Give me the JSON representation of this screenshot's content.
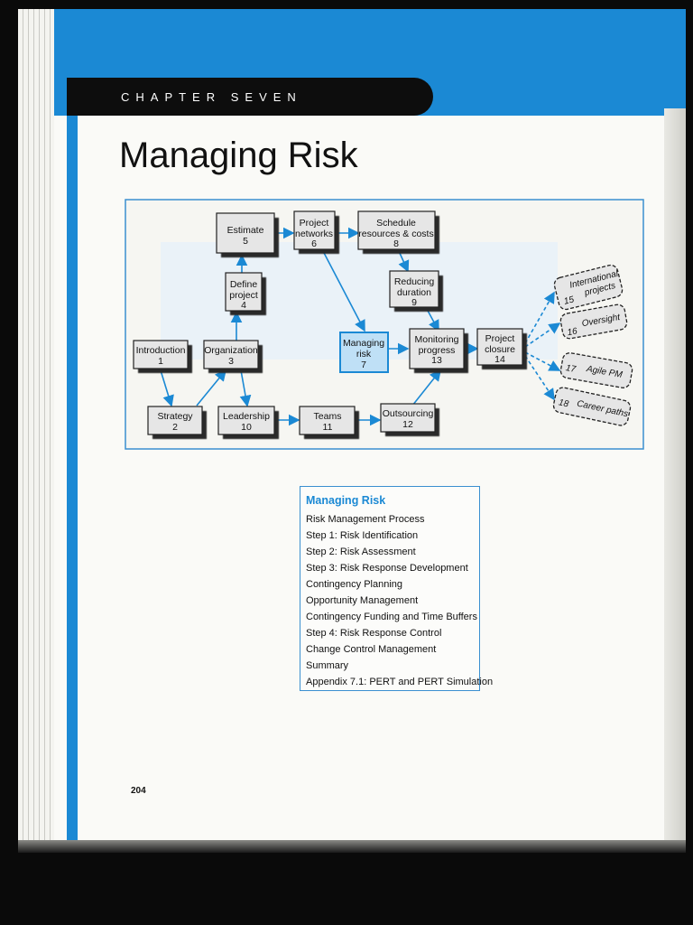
{
  "header": {
    "chapter_label": "CHAPTER SEVEN",
    "title": "Managing Risk"
  },
  "diagram": {
    "nodes": {
      "introduction": {
        "label": "Introduction",
        "num": "1"
      },
      "strategy": {
        "label": "Strategy",
        "num": "2"
      },
      "organization": {
        "label": "Organization",
        "num": "3"
      },
      "define_project": {
        "label1": "Define",
        "label2": "project",
        "num": "4"
      },
      "estimate": {
        "label": "Estimate",
        "num": "5"
      },
      "project_networks": {
        "label1": "Project",
        "label2": "networks",
        "num": "6"
      },
      "managing_risk": {
        "label1": "Managing",
        "label2": "risk",
        "num": "7"
      },
      "schedule": {
        "label1": "Schedule",
        "label2": "resources & costs",
        "num": "8"
      },
      "reducing_duration": {
        "label1": "Reducing",
        "label2": "duration",
        "num": "9"
      },
      "leadership": {
        "label": "Leadership",
        "num": "10"
      },
      "teams": {
        "label": "Teams",
        "num": "11"
      },
      "outsourcing": {
        "label": "Outsourcing",
        "num": "12"
      },
      "monitoring": {
        "label1": "Monitoring",
        "label2": "progress",
        "num": "13"
      },
      "project_closure": {
        "label1": "Project",
        "label2": "closure",
        "num": "14"
      },
      "international": {
        "label1": "International",
        "label2": "projects",
        "num": "15"
      },
      "oversight": {
        "label": "Oversight",
        "num": "16"
      },
      "agile": {
        "label": "Agile PM",
        "num": "17"
      },
      "career": {
        "label": "Career paths",
        "num": "18"
      }
    }
  },
  "toc": {
    "heading": "Managing Risk",
    "items": [
      "Risk Management Process",
      "Step 1: Risk Identification",
      "Step 2: Risk Assessment",
      "Step 3: Risk Response Development",
      "Contingency Planning",
      "Opportunity Management",
      "Contingency Funding and Time Buffers",
      "Step 4: Risk Response Control",
      "Change Control Management",
      "Summary",
      "Appendix 7.1: PERT and PERT Simulation"
    ]
  },
  "footer": {
    "page_number": "204"
  },
  "colors": {
    "accent_blue": "#1b89d4",
    "highlight_box": "#bfe0f6",
    "box_fill": "#e6e6e6"
  }
}
